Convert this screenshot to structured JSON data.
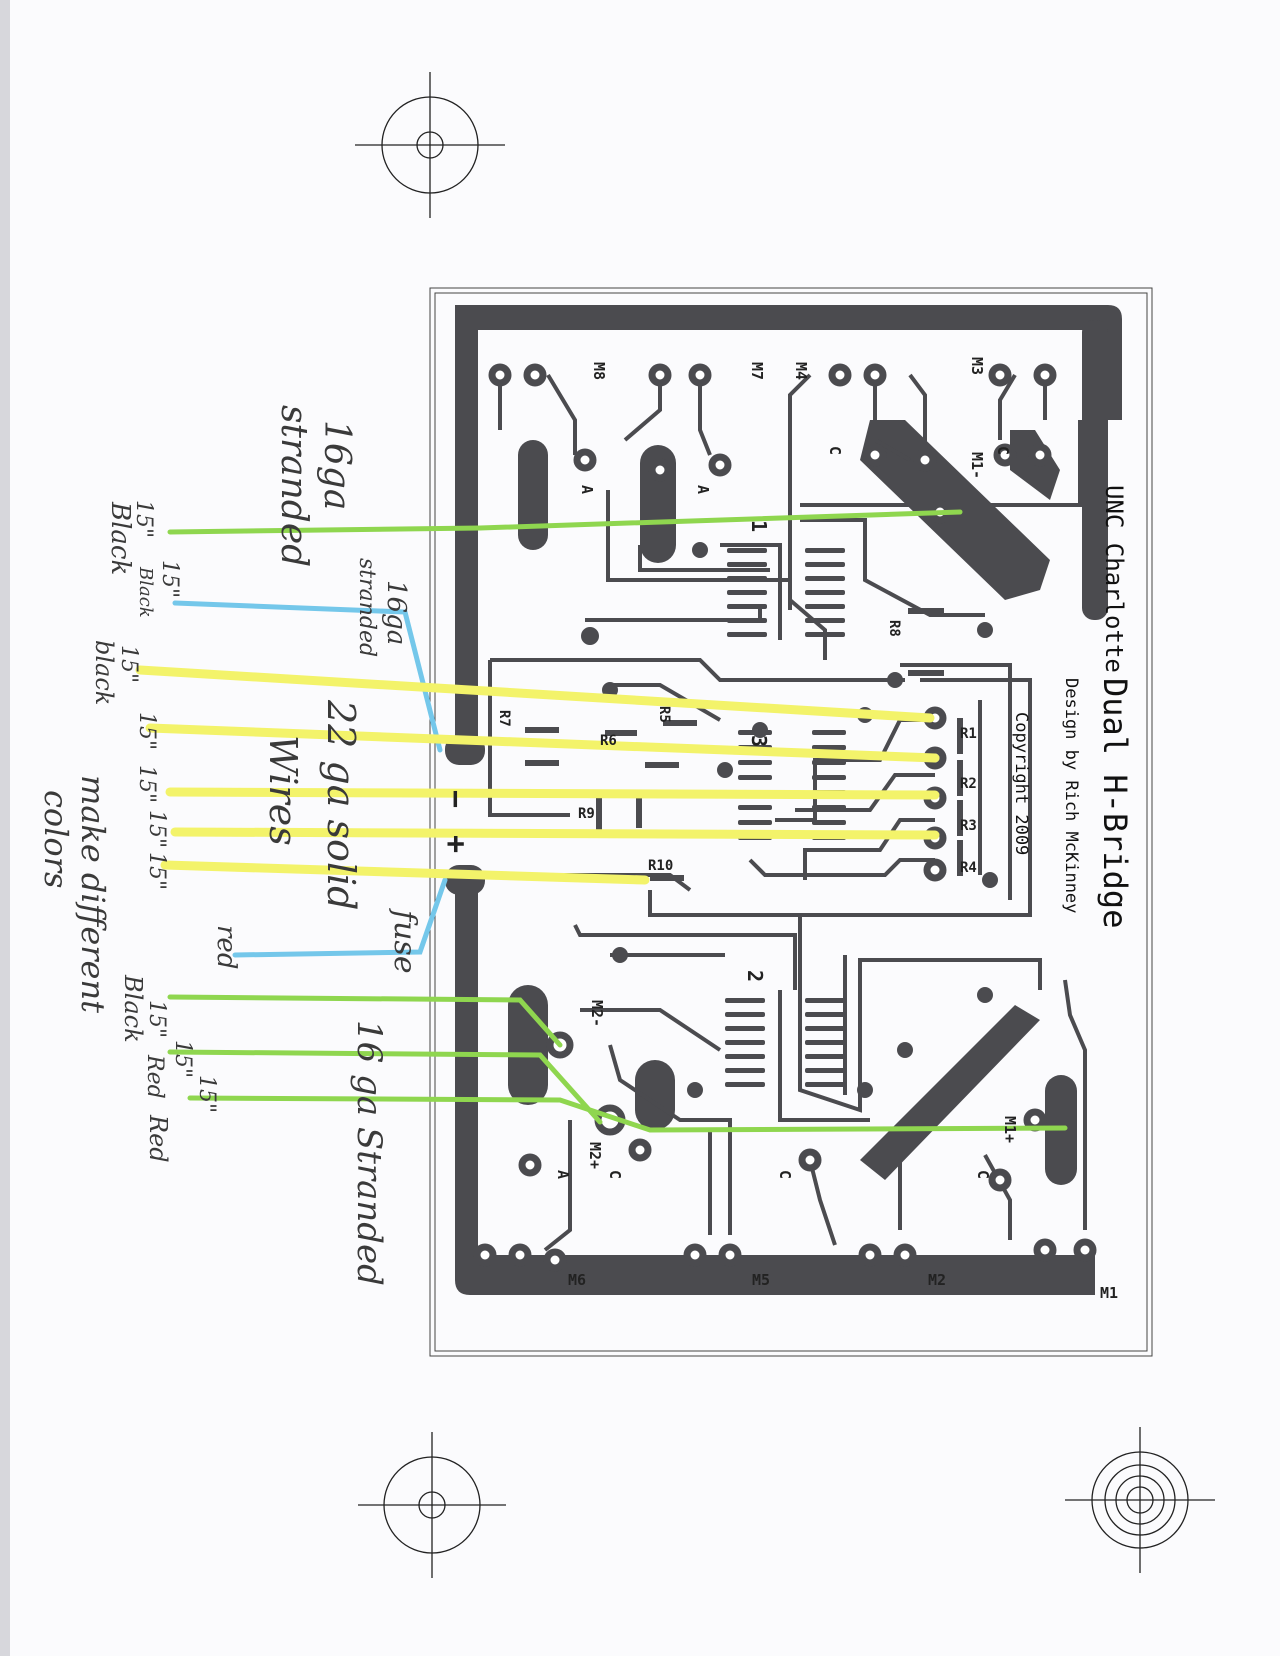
{
  "board": {
    "title": "UNC Charlotte",
    "title_big": "Dual H-Bridge",
    "design_by": "Design by Rich McKinney",
    "copyright": "Copyright 2009",
    "labels": {
      "m8": "M8",
      "m7": "M7",
      "m4": "M4",
      "m3": "M3",
      "m6": "M6",
      "m5": "M5",
      "m2": "M2",
      "m1": "M1",
      "m1_minus": "M1-",
      "m1_plus": "M1+",
      "m2_minus": "M2-",
      "m2_plus": "M2+",
      "a": "A",
      "c": "C",
      "ic1": "1",
      "ic2": "2",
      "ic3": "3",
      "r1": "R1",
      "r2": "R2",
      "r3": "R3",
      "r4": "R4",
      "r5": "R5",
      "r6": "R6",
      "r7": "R7",
      "r8": "R8",
      "r9": "R9",
      "r10": "R10",
      "minus": "−",
      "plus": "+"
    }
  },
  "notes": {
    "n16ga_stranded_top": [
      "16ga",
      "stranded"
    ],
    "n16ga_stranded_small": [
      "16ga",
      "stranded"
    ],
    "len_black_1": [
      "15\"",
      "Black"
    ],
    "len_black_2": [
      "15\"",
      "Black"
    ],
    "len_black_3": [
      "15\"",
      "black"
    ],
    "lens_15": [
      "15\"",
      "15\"",
      "15\"",
      "15\""
    ],
    "n22ga": [
      "22 ga solid",
      "Wires"
    ],
    "make_colors": [
      "make different",
      "colors"
    ],
    "red": "red",
    "fuse": "fuse",
    "bottom_labels": [
      "15\"",
      "15\"",
      "15\""
    ],
    "bottom_colors": [
      "Black",
      "Red",
      "Red"
    ],
    "n16ga_stranded_bottom": "16 ga Stranded"
  },
  "colors": {
    "copper": "#4b4b4f",
    "green_wire": "#8fd64f",
    "blue_wire": "#74c7ea",
    "yellow_wire": "#f3f36a",
    "paper": "#fbfbfd"
  }
}
